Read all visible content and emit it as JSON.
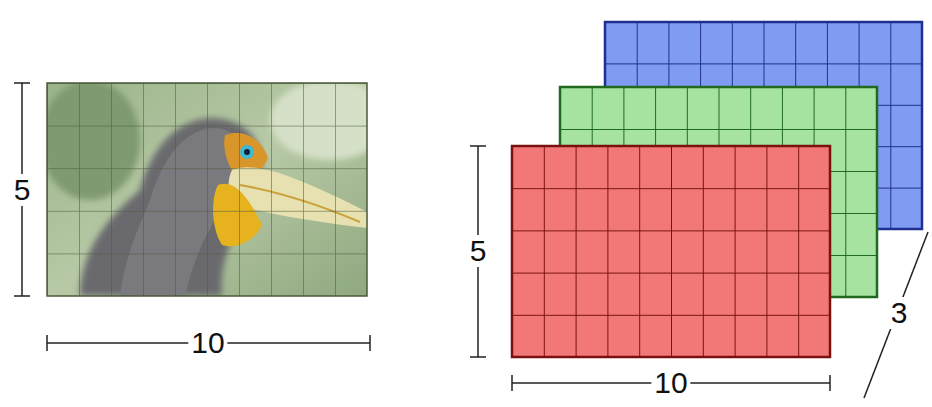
{
  "diagram": {
    "labels": [
      "5",
      "10",
      "5",
      "10",
      "3"
    ]
  }
}
